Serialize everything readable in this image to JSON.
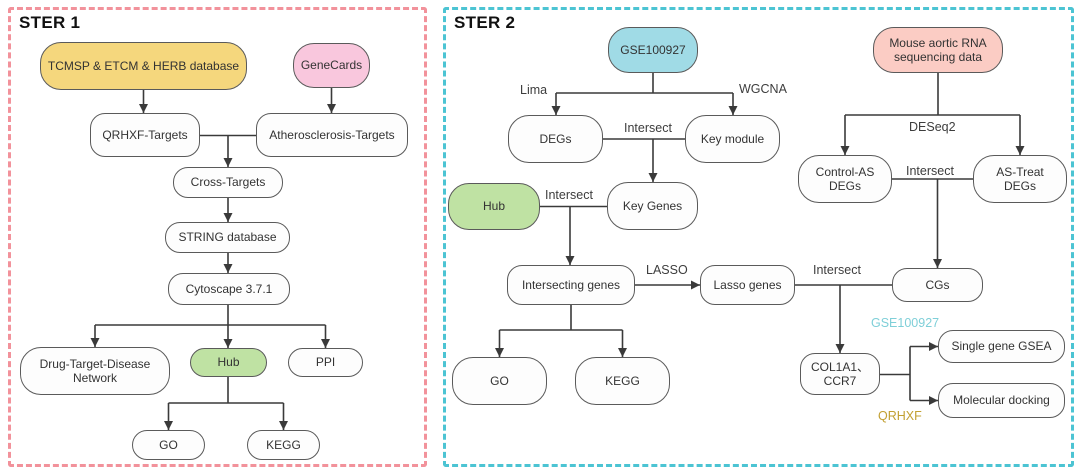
{
  "colors": {
    "panel1-border": "#f2929b",
    "panel2-border": "#4cc4d3",
    "node-yellow": "#f5d77d",
    "node-pink": "#f9c7dd",
    "node-salmon": "#fbccc4",
    "node-blue": "#a0dbe6",
    "node-green": "#bfe2a3",
    "node-white": "#fdfdfd",
    "node-border": "#5a5a5a",
    "line": "#3a3a3a",
    "tag-cyan": "#7fcfd8",
    "tag-gold": "#c2a032"
  },
  "panel1": {
    "title": "STER 1",
    "nodes": {
      "database": "TCMSP & ETCM & HERB database",
      "genecards": "GeneCards",
      "qrhxf_targets": "QRHXF-Targets",
      "atherosclerosis_targets": "Atherosclerosis-Targets",
      "cross_targets": "Cross-Targets",
      "string_database": "STRING database",
      "cytoscape": "Cytoscape 3.7.1",
      "dtd_network": "Drug-Target-Disease Network",
      "hub": "Hub",
      "ppi": "PPI",
      "go": "GO",
      "kegg": "KEGG"
    }
  },
  "panel2": {
    "title": "STER 2",
    "nodes": {
      "gse100927": "GSE100927",
      "mouse_rna": "Mouse aortic RNA sequencing data",
      "degs": "DEGs",
      "key_module": "Key module",
      "hub": "Hub",
      "key_genes": "Key Genes",
      "intersecting_genes": "Intersecting genes",
      "lasso_genes": "Lasso genes",
      "go": "GO",
      "kegg": "KEGG",
      "control_as_degs": "Control-AS DEGs",
      "as_treat_degs": "AS-Treat DEGs",
      "cgs": "CGs",
      "hub_genes": "COL1A1、 CCR7",
      "single_gene_gsea": "Single gene GSEA",
      "molecular_docking": "Molecular docking"
    },
    "edge_labels": {
      "lima": "Lima",
      "wgcna": "WGCNA",
      "intersect_degs_module": "Intersect",
      "intersect_hub_keygenes": "Intersect",
      "lasso": "LASSO",
      "deseq2": "DESeq2",
      "intersect_control_treat": "Intersect",
      "intersect_lasso_cgs": "Intersect",
      "dataset_tag": "GSE100927",
      "formula_tag": "QRHXF"
    }
  }
}
